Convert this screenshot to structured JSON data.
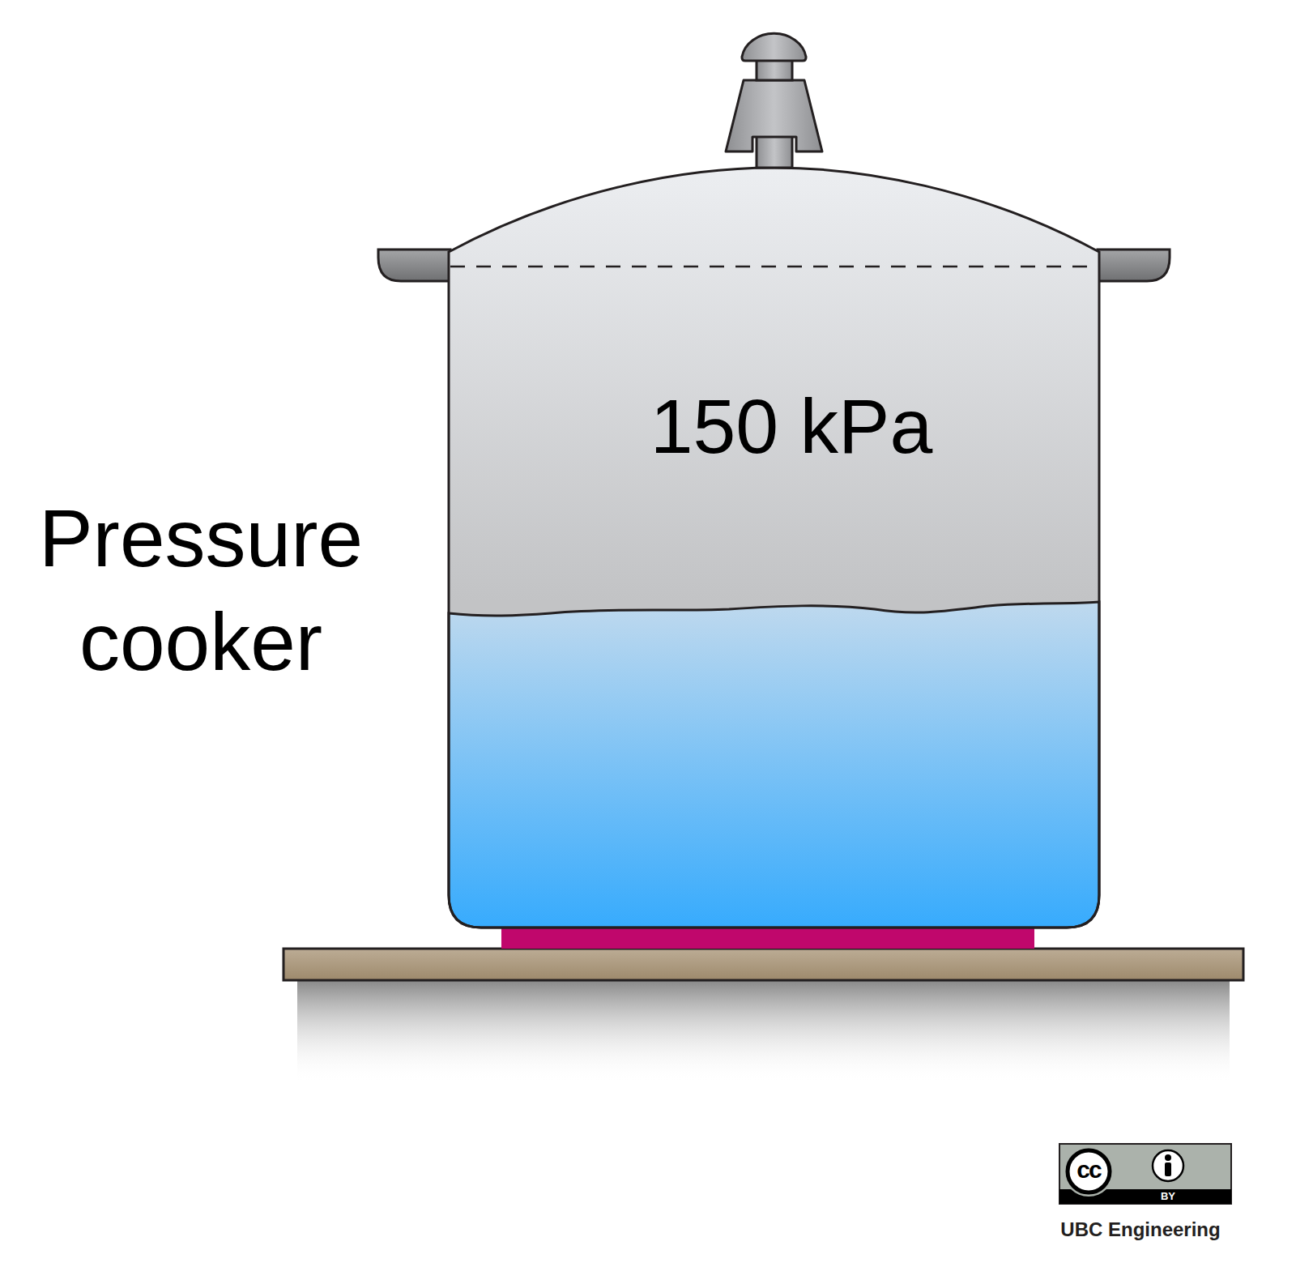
{
  "diagram": {
    "labels": [
      "Pressure cooker",
      "150 kPa",
      "cc",
      "BY",
      "UBC Engineering"
    ]
  }
}
